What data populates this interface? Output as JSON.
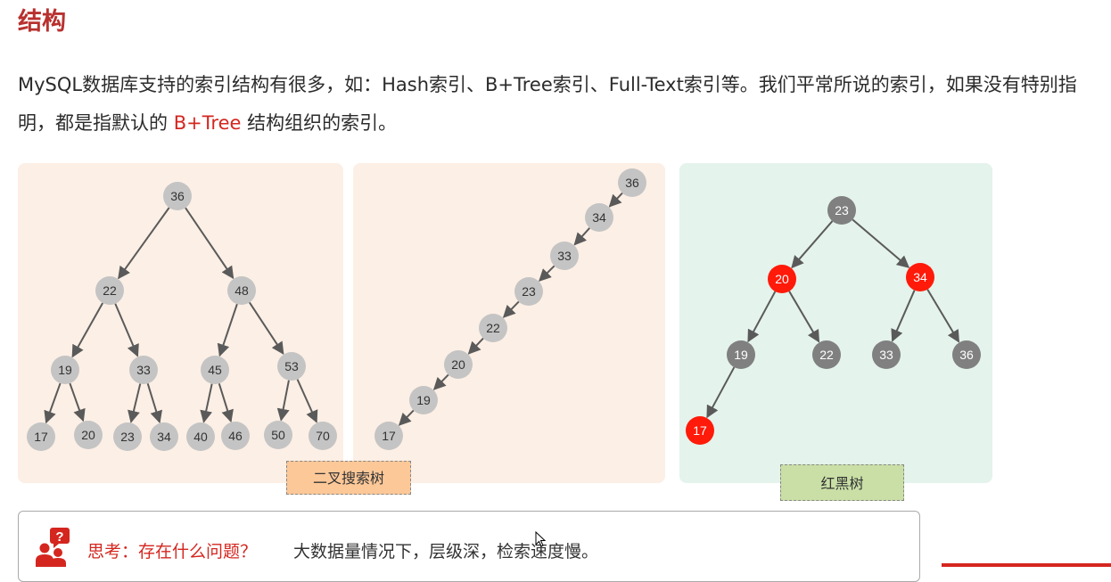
{
  "title": "结构",
  "intro": {
    "part1": "MySQL数据库支持的索引结构有很多，如：Hash索引、B+Tree索引、Full-Text索引等。我们平常所说的索引，如果没有特别指明，都是指默认的 ",
    "highlight": "B+Tree",
    "part2": " 结构组织的索引。"
  },
  "colors": {
    "title": "#b8312f",
    "highlight": "#d4261f",
    "node_gray_light": "#c4c4c4",
    "node_gray_dark": "#808080",
    "node_red": "#ff1a0a",
    "edge": "#5a5a5a"
  },
  "diagrams": {
    "bst": {
      "label": "二叉搜索树",
      "nodes": [
        "36",
        "22",
        "48",
        "19",
        "33",
        "45",
        "53",
        "17",
        "20",
        "23",
        "34",
        "40",
        "46",
        "50",
        "70"
      ]
    },
    "degenerate": {
      "nodes": [
        "36",
        "34",
        "33",
        "23",
        "22",
        "20",
        "19",
        "17"
      ]
    },
    "rbtree": {
      "label": "红黑树",
      "nodes": [
        {
          "v": "23",
          "color": "black"
        },
        {
          "v": "20",
          "color": "red"
        },
        {
          "v": "34",
          "color": "red"
        },
        {
          "v": "19",
          "color": "black"
        },
        {
          "v": "22",
          "color": "black"
        },
        {
          "v": "33",
          "color": "black"
        },
        {
          "v": "36",
          "color": "black"
        },
        {
          "v": "17",
          "color": "red"
        }
      ]
    }
  },
  "think": {
    "icon": "thinking-person-icon",
    "question": "思考：存在什么问题？",
    "answer": "大数据量情况下，层级深，检索速度慢。"
  }
}
